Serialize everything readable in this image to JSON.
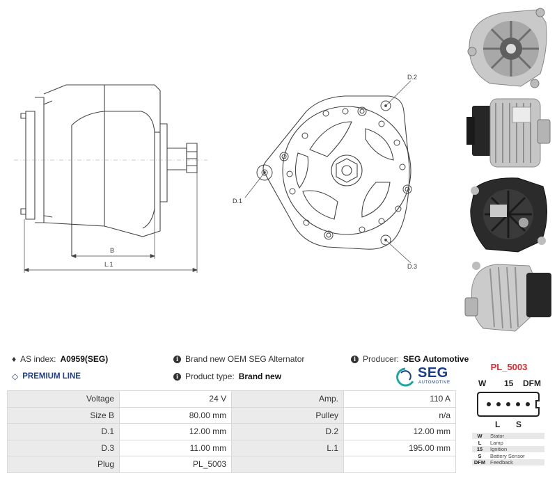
{
  "diagram_labels": {
    "b": "B",
    "l1": "L.1",
    "d1": "D.1",
    "d2": "D.2",
    "d3": "D.3"
  },
  "info": {
    "as_index_label": "AS index:",
    "as_index_value": "A0959(SEG)",
    "premium_line": "PREMIUM LINE",
    "brand_new_text": "Brand new OEM SEG Alternator",
    "product_type_label": "Product type:",
    "product_type_value": "Brand new",
    "producer_label": "Producer:",
    "producer_value": "SEG Automotive"
  },
  "logo": {
    "brand": "SEG",
    "sub": "AUTOMOTIVE",
    "colors": {
      "dark": "#1a3d8f",
      "teal": "#1aa7a0"
    }
  },
  "specs": [
    {
      "l1": "Voltage",
      "v1": "24 V",
      "l2": "Amp.",
      "v2": "110 A"
    },
    {
      "l1": "Size B",
      "v1": "80.00 mm",
      "l2": "Pulley",
      "v2": "n/a"
    },
    {
      "l1": "D.1",
      "v1": "12.00 mm",
      "l2": "D.2",
      "v2": "12.00 mm"
    },
    {
      "l1": "D.3",
      "v1": "11.00 mm",
      "l2": "L.1",
      "v2": "195.00 mm"
    },
    {
      "l1": "Plug",
      "v1": "PL_5003",
      "l2": "",
      "v2": ""
    }
  ],
  "plug": {
    "title": "PL_5003",
    "top_w": "W",
    "top_15": "15",
    "top_dfm": "DFM",
    "bot_l": "L",
    "bot_s": "S",
    "legend": [
      {
        "k": "W",
        "d": "Stator"
      },
      {
        "k": "L",
        "d": "Lamp"
      },
      {
        "k": "15",
        "d": "Ignition"
      },
      {
        "k": "S",
        "d": "Battery Sensor"
      },
      {
        "k": "DFM",
        "d": "Feedback"
      }
    ]
  },
  "colors": {
    "plug_red": "#e0282e",
    "premium_blue": "#1f3f8a",
    "table_label_bg": "#ebebeb"
  }
}
